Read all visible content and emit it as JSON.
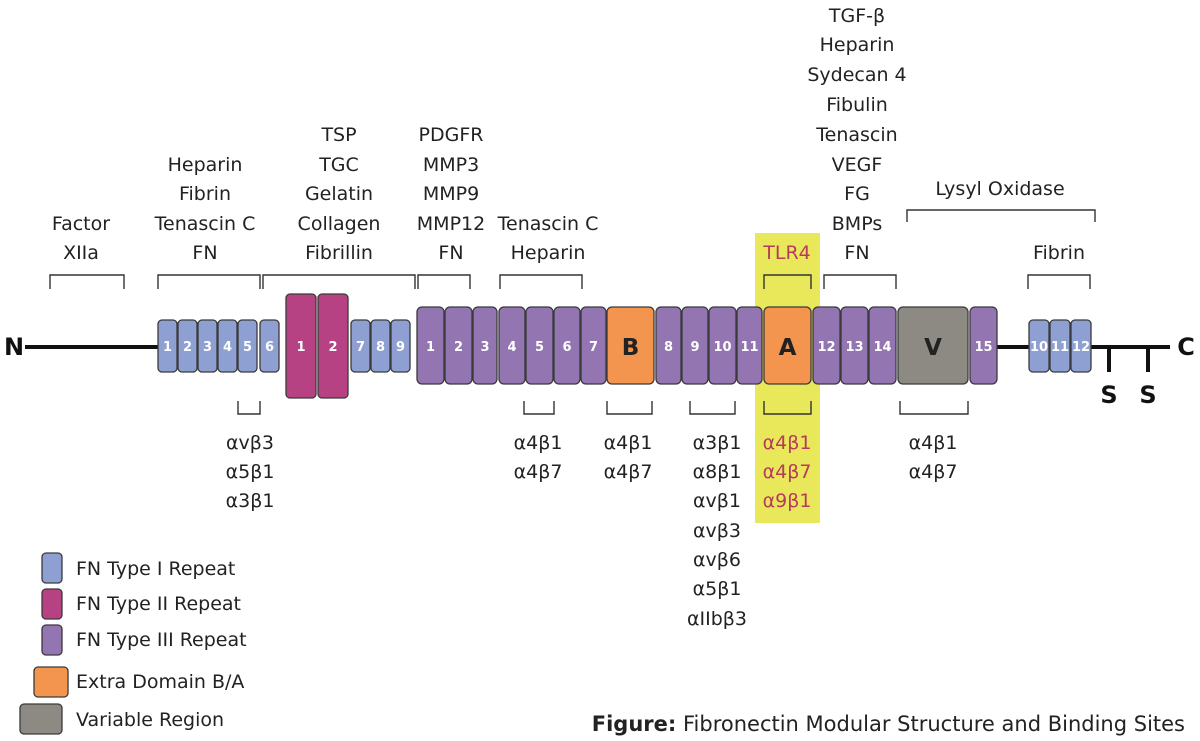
{
  "colors": {
    "type1": "#8e9fd1",
    "type2": "#b64283",
    "type3": "#9275b1",
    "extra": "#f4954f",
    "variable": "#8c8a83",
    "tlr4_band": "#e8e85a",
    "tlr4_text": "#b83a5b"
  },
  "terminals": {
    "n": "N",
    "c": "C",
    "s1": "S",
    "s2": "S"
  },
  "domains": {
    "type1_a": [
      "1",
      "2",
      "3",
      "4",
      "5",
      "6"
    ],
    "type2": [
      "1",
      "2"
    ],
    "type1_b": [
      "7",
      "8",
      "9"
    ],
    "type3_a": [
      "1",
      "2",
      "3",
      "4",
      "5",
      "6",
      "7"
    ],
    "edb": "B",
    "type3_b": [
      "8",
      "9",
      "10",
      "11"
    ],
    "eda": "A",
    "type3_c": [
      "12",
      "13",
      "14"
    ],
    "variable": "V",
    "type3_d": [
      "15"
    ],
    "type1_c": [
      "10",
      "11",
      "12"
    ]
  },
  "top_labels": {
    "factor": [
      "Factor",
      "XIIa"
    ],
    "heparin1": [
      "Heparin",
      "Fibrin",
      "Tenascin C",
      "FN"
    ],
    "tsp": [
      "TSP",
      "TGC",
      "Gelatin",
      "Collagen",
      "Fibrillin"
    ],
    "pdgfr": [
      "PDGFR",
      "MMP3",
      "MMP9",
      "MMP12",
      "FN"
    ],
    "tenascin": [
      "Tenascin C",
      "Heparin"
    ],
    "tgf": [
      "TGF-β",
      "Heparin",
      "Sydecan 4",
      "Fibulin",
      "Tenascin",
      "VEGF",
      "FG",
      "BMPs",
      "FN"
    ],
    "tlr4": "TLR4",
    "lysyl": "Lysyl Oxidase",
    "fibrin": "Fibrin"
  },
  "bottom_labels": {
    "b1": [
      "αvβ3",
      "α5β1",
      "α3β1"
    ],
    "b2": [
      "α4β1",
      "α4β7"
    ],
    "b3": [
      "α4β1",
      "α4β7"
    ],
    "b4": [
      "α3β1",
      "α8β1",
      "αvβ1",
      "αvβ3",
      "αvβ6",
      "α5β1",
      "αIIbβ3"
    ],
    "b5": [
      "α4β1",
      "α4β7",
      "α9β1"
    ],
    "b6": [
      "α4β1",
      "α4β7"
    ]
  },
  "legend": [
    {
      "label": "FN Type I Repeat",
      "color": "#8e9fd1"
    },
    {
      "label": "FN Type II Repeat",
      "color": "#b64283"
    },
    {
      "label": "FN Type III Repeat",
      "color": "#9275b1"
    },
    {
      "label": "Extra Domain B/A",
      "color": "#f4954f"
    },
    {
      "label": "Variable Region",
      "color": "#8c8a83"
    }
  ],
  "caption": {
    "bold": "Figure:",
    "text": " Fibronectin Modular Structure and Binding Sites"
  }
}
